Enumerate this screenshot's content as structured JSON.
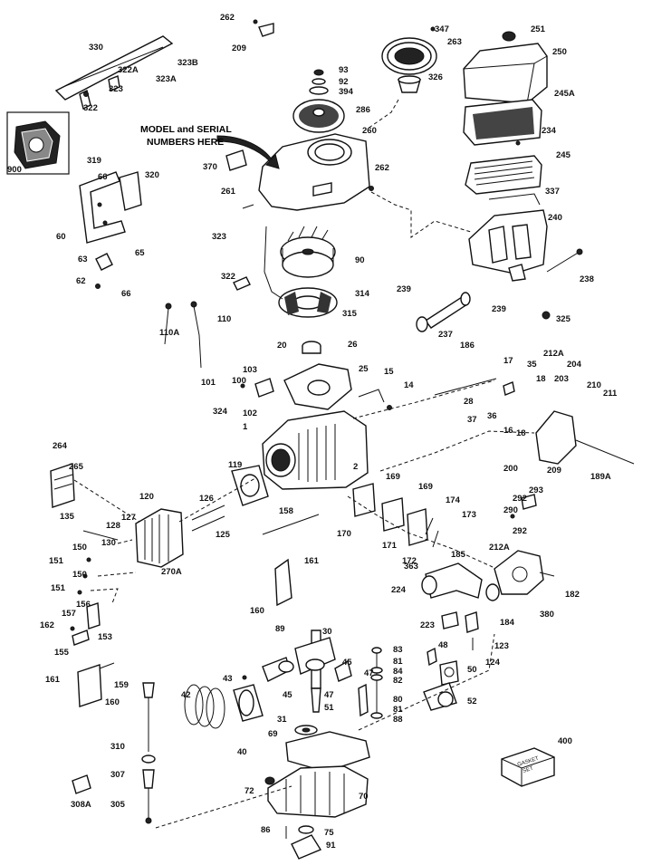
{
  "callout": {
    "line1": "MODEL and SERIAL",
    "line2": "NUMBERS HERE"
  },
  "gasket_set": {
    "line1": "GASKET",
    "line2": "SET"
  },
  "labels": [
    {
      "id": "262a",
      "text": "262"
    },
    {
      "id": "209",
      "text": "209"
    },
    {
      "id": "347",
      "text": "347"
    },
    {
      "id": "263",
      "text": "263"
    },
    {
      "id": "251",
      "text": "251"
    },
    {
      "id": "250",
      "text": "250"
    },
    {
      "id": "330",
      "text": "330"
    },
    {
      "id": "323B",
      "text": "323B"
    },
    {
      "id": "322A",
      "text": "322A"
    },
    {
      "id": "323A",
      "text": "323A"
    },
    {
      "id": "323",
      "text": "323"
    },
    {
      "id": "322a",
      "text": "322"
    },
    {
      "id": "93",
      "text": "93"
    },
    {
      "id": "92",
      "text": "92"
    },
    {
      "id": "394",
      "text": "394"
    },
    {
      "id": "326",
      "text": "326"
    },
    {
      "id": "286",
      "text": "286"
    },
    {
      "id": "245A",
      "text": "245A"
    },
    {
      "id": "234",
      "text": "234"
    },
    {
      "id": "260",
      "text": "260"
    },
    {
      "id": "370",
      "text": "370"
    },
    {
      "id": "262b",
      "text": "262"
    },
    {
      "id": "245",
      "text": "245"
    },
    {
      "id": "337",
      "text": "337"
    },
    {
      "id": "900",
      "text": "900"
    },
    {
      "id": "319",
      "text": "319"
    },
    {
      "id": "66a",
      "text": "66"
    },
    {
      "id": "320",
      "text": "320"
    },
    {
      "id": "261",
      "text": "261"
    },
    {
      "id": "240",
      "text": "240"
    },
    {
      "id": "60",
      "text": "60"
    },
    {
      "id": "323c",
      "text": "323"
    },
    {
      "id": "65",
      "text": "65"
    },
    {
      "id": "90",
      "text": "90"
    },
    {
      "id": "238",
      "text": "238"
    },
    {
      "id": "63",
      "text": "63"
    },
    {
      "id": "322b",
      "text": "322"
    },
    {
      "id": "314",
      "text": "314"
    },
    {
      "id": "239a",
      "text": "239"
    },
    {
      "id": "62",
      "text": "62"
    },
    {
      "id": "66b",
      "text": "66"
    },
    {
      "id": "315",
      "text": "315"
    },
    {
      "id": "239b",
      "text": "239"
    },
    {
      "id": "325",
      "text": "325"
    },
    {
      "id": "110",
      "text": "110"
    },
    {
      "id": "237",
      "text": "237"
    },
    {
      "id": "110A",
      "text": "110A"
    },
    {
      "id": "186",
      "text": "186"
    },
    {
      "id": "20",
      "text": "20"
    },
    {
      "id": "26",
      "text": "26"
    },
    {
      "id": "212Aa",
      "text": "212A"
    },
    {
      "id": "17",
      "text": "17"
    },
    {
      "id": "35",
      "text": "35"
    },
    {
      "id": "204",
      "text": "204"
    },
    {
      "id": "103",
      "text": "103"
    },
    {
      "id": "25",
      "text": "25"
    },
    {
      "id": "100",
      "text": "100"
    },
    {
      "id": "15",
      "text": "15"
    },
    {
      "id": "18a",
      "text": "18"
    },
    {
      "id": "203",
      "text": "203"
    },
    {
      "id": "101",
      "text": "101"
    },
    {
      "id": "14",
      "text": "14"
    },
    {
      "id": "28",
      "text": "28"
    },
    {
      "id": "210",
      "text": "210"
    },
    {
      "id": "211",
      "text": "211"
    },
    {
      "id": "324",
      "text": "324"
    },
    {
      "id": "102",
      "text": "102"
    },
    {
      "id": "37",
      "text": "37"
    },
    {
      "id": "36",
      "text": "36"
    },
    {
      "id": "16",
      "text": "16"
    },
    {
      "id": "1",
      "text": "1"
    },
    {
      "id": "18b",
      "text": "18"
    },
    {
      "id": "264",
      "text": "264"
    },
    {
      "id": "200",
      "text": "200"
    },
    {
      "id": "209b",
      "text": "209"
    },
    {
      "id": "265",
      "text": "265"
    },
    {
      "id": "119",
      "text": "119"
    },
    {
      "id": "2",
      "text": "2"
    },
    {
      "id": "169a",
      "text": "169"
    },
    {
      "id": "189A",
      "text": "189A"
    },
    {
      "id": "169b",
      "text": "169"
    },
    {
      "id": "293",
      "text": "293"
    },
    {
      "id": "120",
      "text": "120"
    },
    {
      "id": "126",
      "text": "126"
    },
    {
      "id": "174",
      "text": "174"
    },
    {
      "id": "292a",
      "text": "292"
    },
    {
      "id": "290",
      "text": "290"
    },
    {
      "id": "158",
      "text": "158"
    },
    {
      "id": "170",
      "text": "170"
    },
    {
      "id": "173",
      "text": "173"
    },
    {
      "id": "135",
      "text": "135"
    },
    {
      "id": "127",
      "text": "127"
    },
    {
      "id": "128",
      "text": "128"
    },
    {
      "id": "292b",
      "text": "292"
    },
    {
      "id": "125",
      "text": "125"
    },
    {
      "id": "171",
      "text": "171"
    },
    {
      "id": "130",
      "text": "130"
    },
    {
      "id": "150a",
      "text": "150"
    },
    {
      "id": "172",
      "text": "172"
    },
    {
      "id": "185",
      "text": "185"
    },
    {
      "id": "212Ab",
      "text": "212A"
    },
    {
      "id": "151a",
      "text": "151"
    },
    {
      "id": "270A",
      "text": "270A"
    },
    {
      "id": "363",
      "text": "363"
    },
    {
      "id": "150b",
      "text": "150"
    },
    {
      "id": "161a",
      "text": "161"
    },
    {
      "id": "224",
      "text": "224"
    },
    {
      "id": "182",
      "text": "182"
    },
    {
      "id": "151b",
      "text": "151"
    },
    {
      "id": "156",
      "text": "156"
    },
    {
      "id": "160a",
      "text": "160"
    },
    {
      "id": "157",
      "text": "157"
    },
    {
      "id": "380",
      "text": "380"
    },
    {
      "id": "162",
      "text": "162"
    },
    {
      "id": "153",
      "text": "153"
    },
    {
      "id": "223",
      "text": "223"
    },
    {
      "id": "184",
      "text": "184"
    },
    {
      "id": "155",
      "text": "155"
    },
    {
      "id": "89",
      "text": "89"
    },
    {
      "id": "30",
      "text": "30"
    },
    {
      "id": "123",
      "text": "123"
    },
    {
      "id": "83",
      "text": "83"
    },
    {
      "id": "48",
      "text": "48"
    },
    {
      "id": "124",
      "text": "124"
    },
    {
      "id": "81a",
      "text": "81"
    },
    {
      "id": "45a",
      "text": "45"
    },
    {
      "id": "84",
      "text": "84"
    },
    {
      "id": "161b",
      "text": "161"
    },
    {
      "id": "159",
      "text": "159"
    },
    {
      "id": "43",
      "text": "43"
    },
    {
      "id": "47",
      "text": "47"
    },
    {
      "id": "82",
      "text": "82"
    },
    {
      "id": "50",
      "text": "50"
    },
    {
      "id": "42",
      "text": "42"
    },
    {
      "id": "160b",
      "text": "160"
    },
    {
      "id": "45b",
      "text": "45"
    },
    {
      "id": "47b",
      "text": "47"
    },
    {
      "id": "80",
      "text": "80"
    },
    {
      "id": "51",
      "text": "51"
    },
    {
      "id": "81b",
      "text": "81"
    },
    {
      "id": "52",
      "text": "52"
    },
    {
      "id": "31",
      "text": "31"
    },
    {
      "id": "88",
      "text": "88"
    },
    {
      "id": "40",
      "text": "40"
    },
    {
      "id": "400",
      "text": "400"
    },
    {
      "id": "310",
      "text": "310"
    },
    {
      "id": "69",
      "text": "69"
    },
    {
      "id": "307",
      "text": "307"
    },
    {
      "id": "72",
      "text": "72"
    },
    {
      "id": "70",
      "text": "70"
    },
    {
      "id": "308A",
      "text": "308A"
    },
    {
      "id": "305",
      "text": "305"
    },
    {
      "id": "86",
      "text": "86"
    },
    {
      "id": "75",
      "text": "75"
    },
    {
      "id": "91",
      "text": "91"
    }
  ]
}
